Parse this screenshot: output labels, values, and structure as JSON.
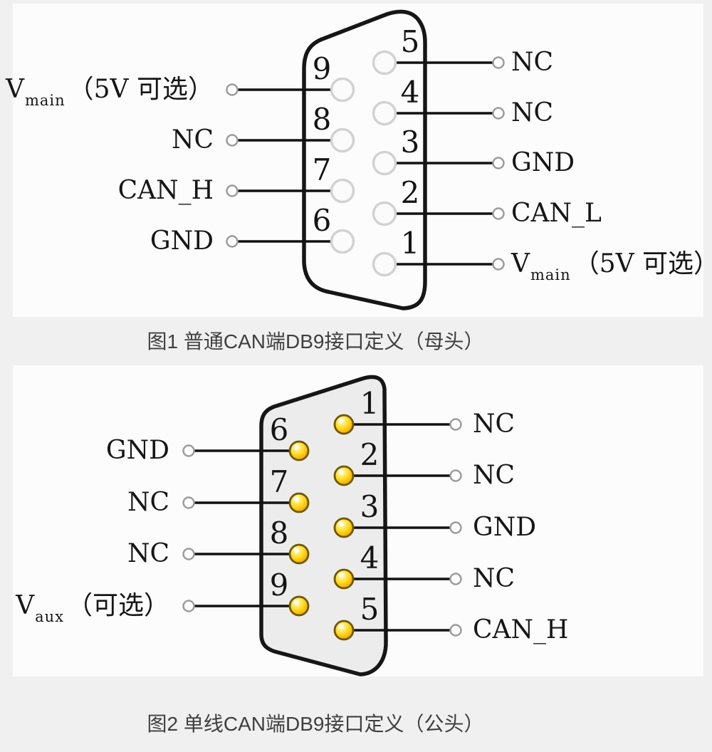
{
  "figure1": {
    "caption": "图1 普通CAN端DB9接口定义（母头）",
    "left_pins": [
      {
        "pin": "9",
        "label_main": "V",
        "label_sub": "main",
        "label_rest": "（5V 可选）"
      },
      {
        "pin": "8",
        "label": "NC"
      },
      {
        "pin": "7",
        "label": "CAN_H"
      },
      {
        "pin": "6",
        "label": "GND"
      }
    ],
    "right_pins": [
      {
        "pin": "5",
        "label": "NC"
      },
      {
        "pin": "4",
        "label": "NC"
      },
      {
        "pin": "3",
        "label": "GND"
      },
      {
        "pin": "2",
        "label": "CAN_L"
      },
      {
        "pin": "1",
        "label_main": "V",
        "label_sub": "main",
        "label_rest": "（5V 可选）"
      }
    ]
  },
  "figure2": {
    "caption": "图2 单线CAN端DB9接口定义（公头）",
    "left_pins": [
      {
        "pin": "6",
        "label": "GND"
      },
      {
        "pin": "7",
        "label": "NC"
      },
      {
        "pin": "8",
        "label": "NC"
      },
      {
        "pin": "9",
        "label_main": "V",
        "label_sub": "aux",
        "label_rest": "（可选）"
      }
    ],
    "right_pins": [
      {
        "pin": "1",
        "label": "NC"
      },
      {
        "pin": "2",
        "label": "NC"
      },
      {
        "pin": "3",
        "label": "GND"
      },
      {
        "pin": "4",
        "label": "NC"
      },
      {
        "pin": "5",
        "label": "CAN_H"
      }
    ]
  },
  "colors": {
    "page_background": "#f0f0f0",
    "panel_background": "#fcfcfc",
    "outline_black": "#161616",
    "wire_black": "#121212",
    "female_pin_fill": "#fbfbfb",
    "female_pin_stroke": "#d2d2d2",
    "male_pin_yellow": "#ffd414",
    "male_pin_stroke": "#6f5600",
    "male_body_gray": "#ececec",
    "endpoint_stroke": "#9c9c9c",
    "caption_text": "#3f3f3f"
  }
}
